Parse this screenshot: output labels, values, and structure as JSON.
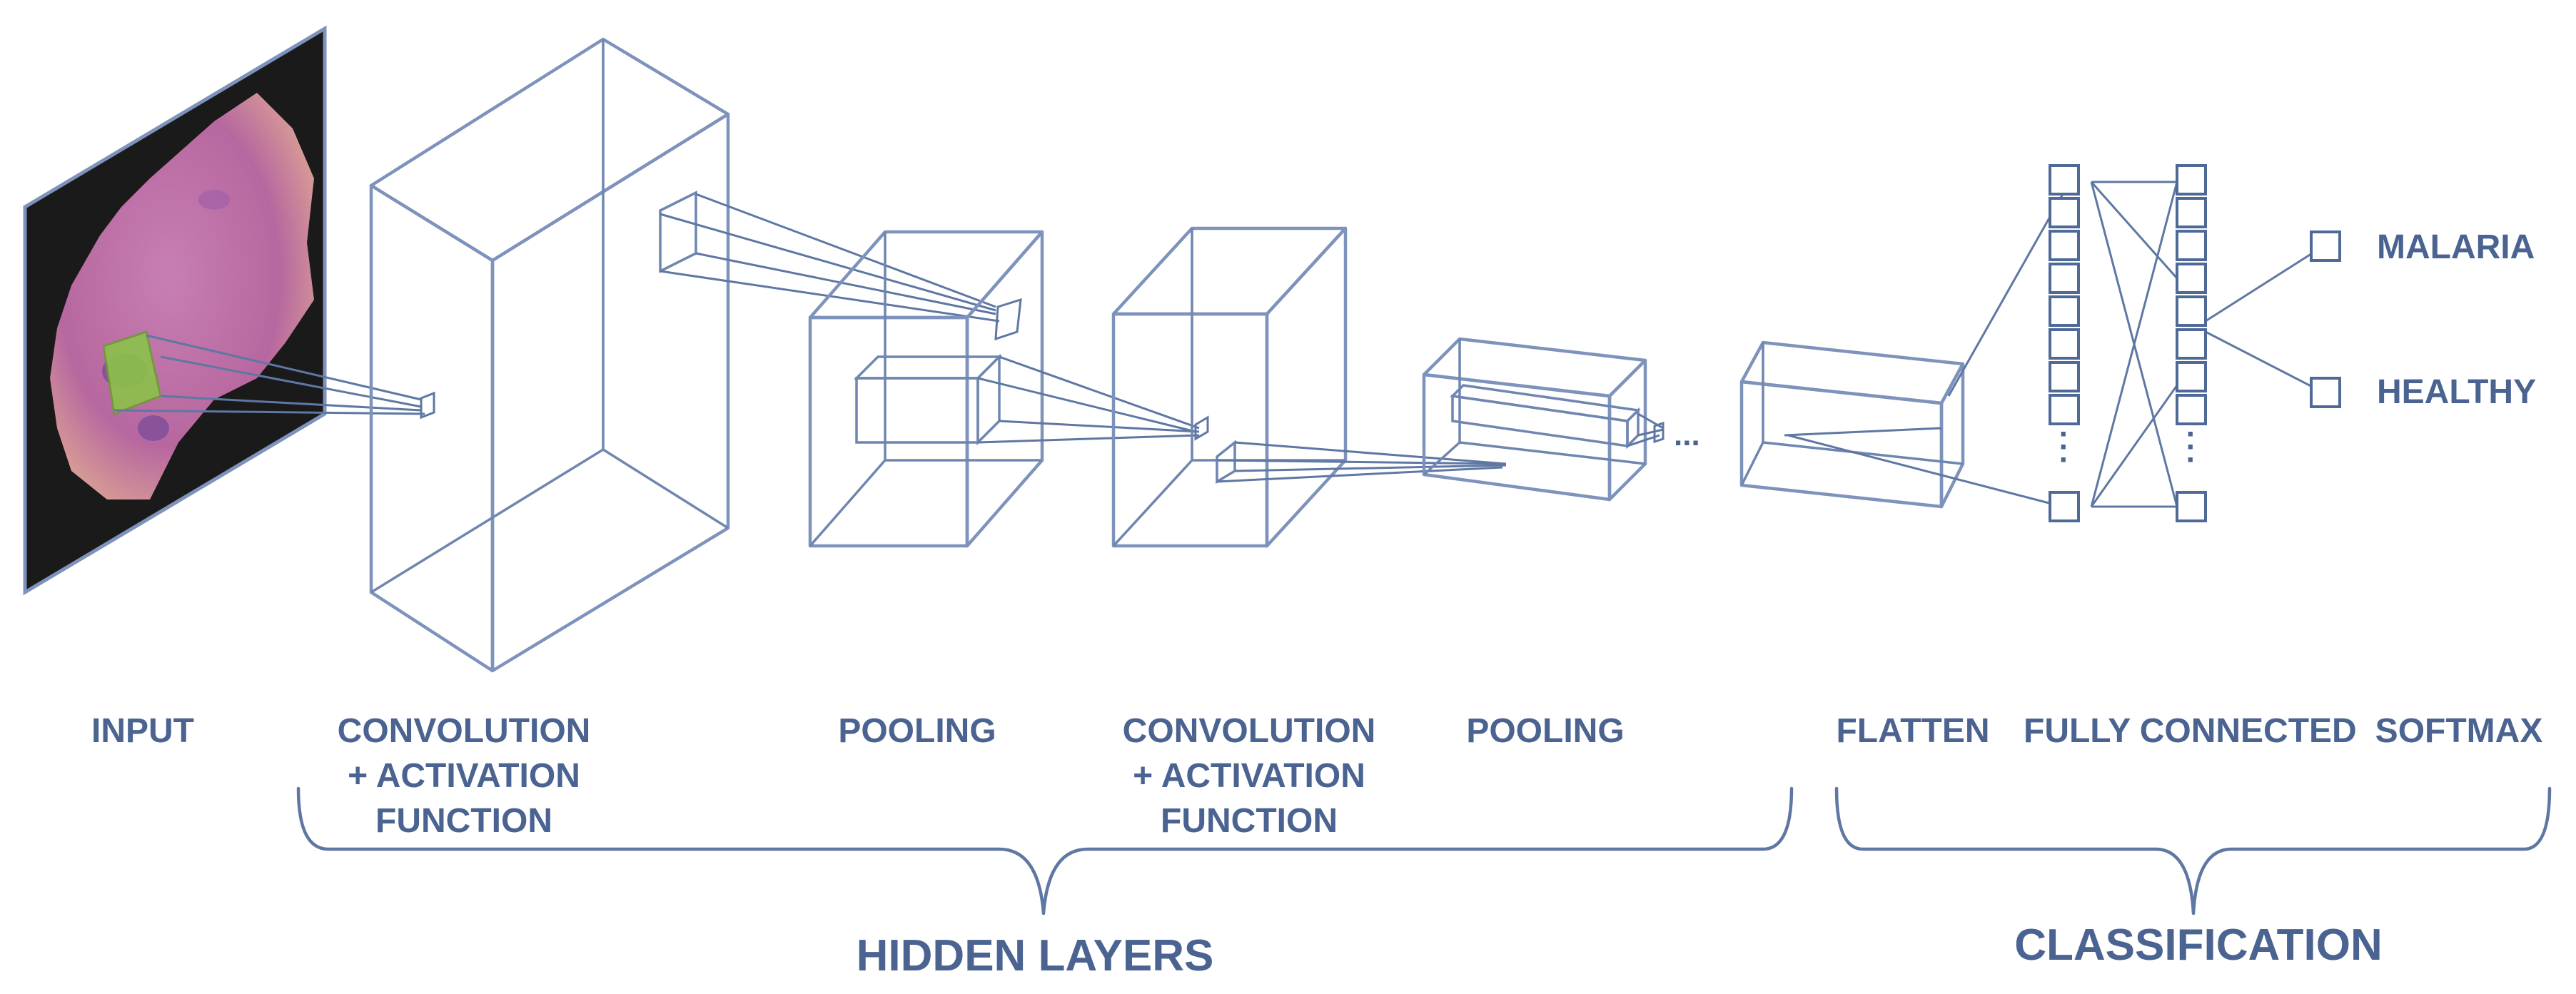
{
  "labels": {
    "input": "INPUT",
    "conv1": [
      "CONVOLUTION",
      "+ ACTIVATION",
      "FUNCTION"
    ],
    "pool1": "POOLING",
    "conv2": [
      "CONVOLUTION",
      "+ ACTIVATION",
      "FUNCTION"
    ],
    "pool2": "POOLING",
    "flatten": "FLATTEN",
    "fully_connected": "FULLY CONNECTED",
    "softmax": "SOFTMAX"
  },
  "outputs": [
    "MALARIA",
    "HEALTHY"
  ],
  "groups": {
    "hidden": "HIDDEN LAYERS",
    "classification": "CLASSIFICATION"
  },
  "ellipsis": "...",
  "colors": {
    "text": "#4A6391",
    "lines": "#7E93BB",
    "input_background": "#1A1A1A",
    "cell": "#C070A8",
    "kernel": "#8CC24A"
  }
}
